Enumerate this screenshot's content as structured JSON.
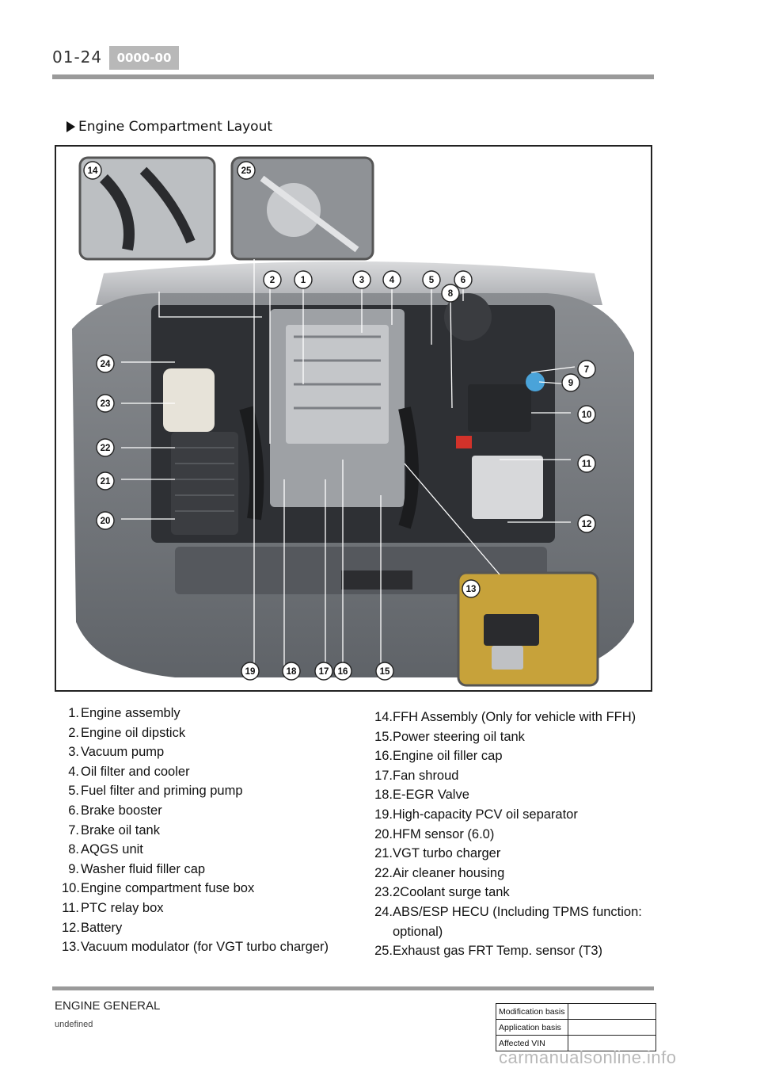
{
  "header": {
    "page_number": "01-24",
    "section_code": "0000-00"
  },
  "section": {
    "heading": "Engine Compartment Layout"
  },
  "figure": {
    "callouts": [
      "1",
      "2",
      "3",
      "4",
      "5",
      "6",
      "7",
      "8",
      "9",
      "10",
      "11",
      "12",
      "13",
      "14",
      "15",
      "16",
      "17",
      "18",
      "19",
      "20",
      "21",
      "22",
      "23",
      "24",
      "25"
    ]
  },
  "legend": {
    "left": [
      {
        "num": "1.",
        "text": "Engine assembly"
      },
      {
        "num": "2.",
        "text": "Engine oil dipstick"
      },
      {
        "num": "3.",
        "text": "Vacuum pump"
      },
      {
        "num": "4.",
        "text": "Oil filter and cooler"
      },
      {
        "num": "5.",
        "text": "Fuel filter and priming pump"
      },
      {
        "num": "6.",
        "text": "Brake booster"
      },
      {
        "num": "7.",
        "text": "Brake oil tank"
      },
      {
        "num": "8.",
        "text": "AQGS unit"
      },
      {
        "num": "9.",
        "text": "Washer fluid filler cap"
      },
      {
        "num": "10.",
        "text": "Engine compartment fuse box"
      },
      {
        "num": "11.",
        "text": "PTC relay box"
      },
      {
        "num": "12.",
        "text": "Battery"
      },
      {
        "num": "13.",
        "text": "Vacuum modulator (for VGT turbo charger)"
      }
    ],
    "right": [
      {
        "num": "14.",
        "text": "FFH Assembly (Only for vehicle with FFH)"
      },
      {
        "num": "15.",
        "text": "Power steering oil tank"
      },
      {
        "num": "16.",
        "text": "Engine oil filler cap"
      },
      {
        "num": "17.",
        "text": "Fan shroud"
      },
      {
        "num": "18.",
        "text": "E-EGR Valve"
      },
      {
        "num": "19.",
        "text": "High-capacity PCV oil separator"
      },
      {
        "num": "20.",
        "text": "HFM sensor (6.0)"
      },
      {
        "num": "21.",
        "text": "VGT turbo charger"
      },
      {
        "num": "22.",
        "text": "Air cleaner housing"
      },
      {
        "num": "23.",
        "text": "2Coolant surge tank"
      },
      {
        "num": "24.",
        "text": "ABS/ESP HECU (Including TPMS function:"
      },
      {
        "num": "",
        "text": "optional)"
      },
      {
        "num": "25.",
        "text": "Exhaust gas FRT Temp. sensor (T3)"
      }
    ]
  },
  "footer": {
    "title": "ENGINE GENERAL",
    "subtitle": "undefined",
    "revision_table": [
      {
        "label": "Modification basis",
        "value": ""
      },
      {
        "label": "Application basis",
        "value": ""
      },
      {
        "label": "Affected VIN",
        "value": ""
      }
    ],
    "watermark": "carmanualsonline.info"
  }
}
